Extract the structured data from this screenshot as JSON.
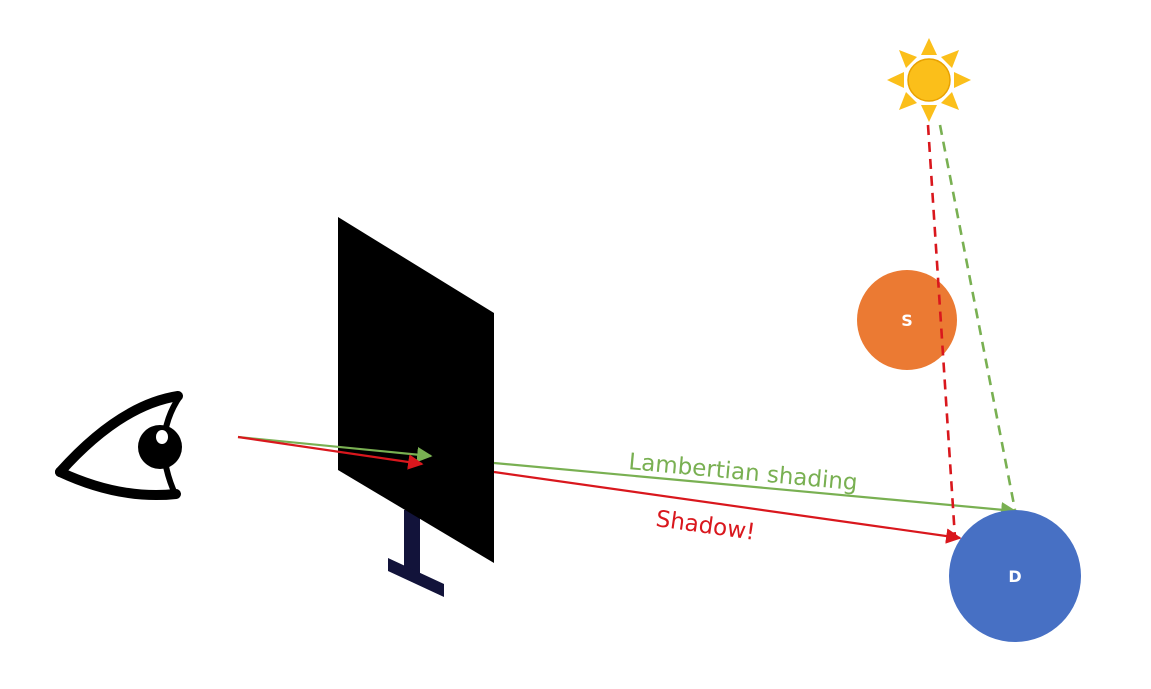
{
  "colors": {
    "background": "#ffffff",
    "lambert": "#79b052",
    "shadow": "#d9171d",
    "sun": "#fbbf1a",
    "sun_outline": "#e9a200",
    "sphere_s": "#eb7a33",
    "sphere_d": "#4770c4",
    "screen": "#000000",
    "stand": "#12133a",
    "eye": "#000000",
    "sphere_text": "#ffffff"
  },
  "icons": {
    "eye": "eye-icon",
    "sun": "sun-icon"
  },
  "labels": {
    "lambert": "Lambertian shading",
    "shadow": "Shadow!",
    "sphere_s": "S",
    "sphere_d": "D"
  }
}
